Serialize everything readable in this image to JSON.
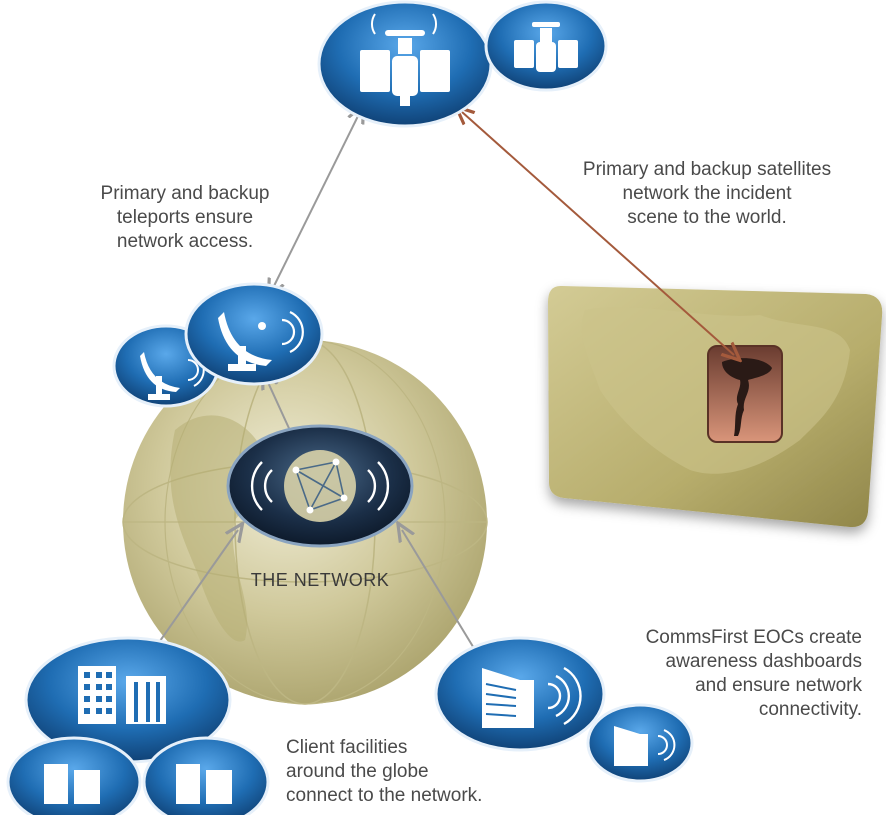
{
  "labels": {
    "teleports": "Primary and backup\nteleports  ensure\nnetwork access.",
    "satellites": "Primary and backup satellites\nnetwork the incident\nscene to the world.",
    "network": "THE NETWORK",
    "eocs": "CommsFirst EOCs create\nawareness dashboards\nand ensure network\nconnectivity.",
    "clients": "Client facilities\naround the globe\nconnect to the network."
  },
  "icons": {
    "satellite_primary": "satellite-icon",
    "satellite_backup": "satellite-icon",
    "teleport_primary": "satellite-dish-icon",
    "teleport_backup": "satellite-dish-icon",
    "network_hub": "network-globe-icon",
    "eoc_primary": "building-wireless-icon",
    "eoc_backup": "building-wireless-icon",
    "client_primary": "office-buildings-icon",
    "client_backup_1": "office-buildings-icon",
    "client_backup_2": "office-buildings-icon",
    "incident_map": "north-america-map",
    "incident_scene": "tornado-icon"
  },
  "colors": {
    "badge_blue": "#1f6db3",
    "badge_dark": "#0d3a6b",
    "globe": "#c7c08a",
    "map": "#b7ad6c",
    "arrow_gray": "#9a9a9a",
    "arrow_red": "#a45a3c",
    "text": "#4a4a4a"
  }
}
